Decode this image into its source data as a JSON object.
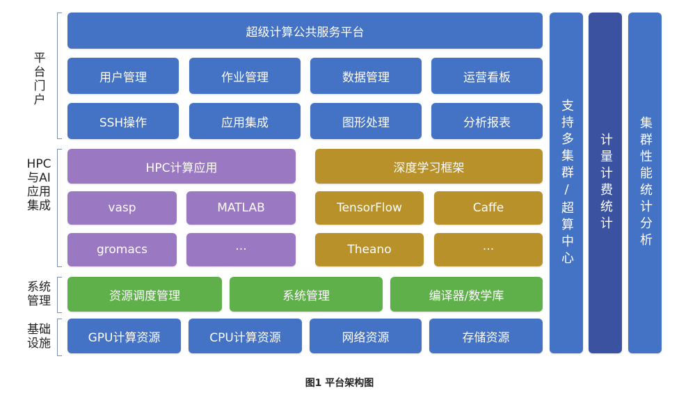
{
  "title_box": "超级计算公共服务平台",
  "portal": {
    "label": "平台门户",
    "row1": [
      "用户管理",
      "作业管理",
      "数据管理",
      "运营看板"
    ],
    "row2": [
      "SSH操作",
      "应用集成",
      "图形处理",
      "分析报表"
    ]
  },
  "hpc_ai": {
    "label": "HPC与AI应用集成",
    "hpc_header": "HPC计算应用",
    "hpc_items": [
      "vasp",
      "MATLAB",
      "gromacs",
      "···"
    ],
    "dl_header": "深度学习框架",
    "dl_items": [
      "TensorFlow",
      "Caffe",
      "Theano",
      "···"
    ]
  },
  "sys": {
    "label": "系统管理",
    "items": [
      "资源调度管理",
      "系统管理",
      "编译器/数学库"
    ]
  },
  "infra": {
    "label": "基础设施",
    "items": [
      "GPU计算资源",
      "CPU计算资源",
      "网络资源",
      "存储资源"
    ]
  },
  "side": {
    "col1": "支持多集群/超算中心",
    "col2": "计量计费统计",
    "col3": "集群性能统计分析"
  },
  "caption": "图1  平台架构图"
}
